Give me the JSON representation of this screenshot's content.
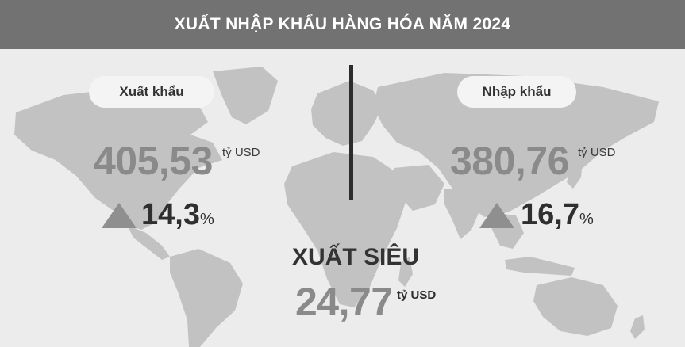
{
  "header": {
    "title": "XUẤT NHẬP KHẨU HÀNG HÓA  NĂM 2024"
  },
  "export": {
    "label": "Xuất khẩu",
    "value": "405,53",
    "unit": "tỷ USD",
    "growth": "14,3",
    "growth_unit": "%"
  },
  "import": {
    "label": "Nhập khẩu",
    "value": "380,76",
    "unit": "tỷ USD",
    "growth": "16,7",
    "growth_unit": "%"
  },
  "surplus": {
    "label": "XUẤT SIÊU",
    "value": "24,77",
    "unit": "tỷ USD"
  },
  "colors": {
    "header_bg": "#727272",
    "map_land": "#bdbdbd",
    "background": "#ececec",
    "number_gray": "#8a8a8a",
    "divider": "#2c2c2c"
  },
  "icons": {
    "growth": "up-triangle-icon",
    "background": "world-map"
  }
}
